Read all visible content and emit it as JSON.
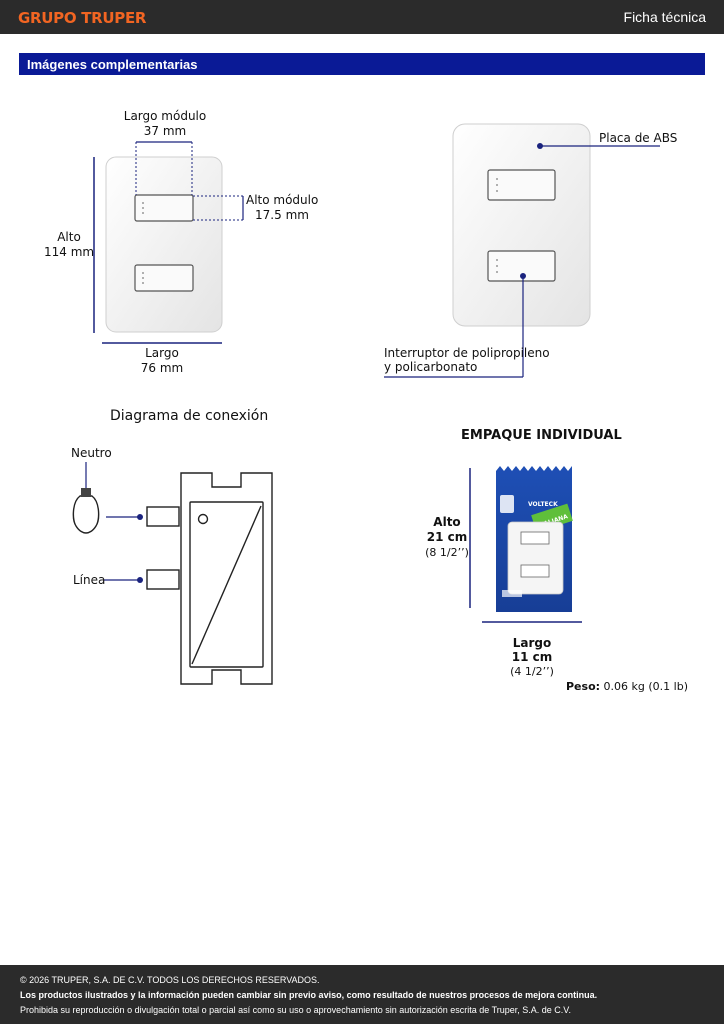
{
  "header": {
    "brand": "GRUPO TRUPER",
    "doc_type": "Ficha técnica"
  },
  "section": {
    "title": "Imágenes complementarias"
  },
  "dimensions": {
    "module_width_label": "Largo módulo",
    "module_width_value": "37 mm",
    "module_height_label": "Alto módulo",
    "module_height_value": "17.5 mm",
    "height_label": "Alto",
    "height_value": "114 mm",
    "width_label": "Largo",
    "width_value": "76 mm"
  },
  "materials": {
    "plate": "Placa de ABS",
    "switch_line1": "Interruptor de polipropileno",
    "switch_line2": "y policarbonato"
  },
  "diagram": {
    "title": "Diagrama de conexión",
    "neutral": "Neutro",
    "line": "Línea"
  },
  "package": {
    "title": "EMPAQUE INDIVIDUAL",
    "height_label": "Alto",
    "height_cm": "21 cm",
    "height_in": "(8 1/2’’)",
    "width_label": "Largo",
    "width_cm": "11 cm",
    "width_in": "(4 1/2’’)",
    "weight_label": "Peso:",
    "weight_value": "0.06 kg (0.1 lb)",
    "brand": "VOLTECK",
    "ribbon": "ITALIANA"
  },
  "footer": {
    "copyright": "© 2026 TRUPER, S.A. DE C.V. TODOS LOS DERECHOS RESERVADOS.",
    "notice": "Los productos ilustrados y la información pueden cambiar sin previo aviso, como resultado de nuestros procesos de mejora continua.",
    "prohibition": "Prohibida su reproducción o divulgación total o parcial así como su uso o aprovechamiento sin autorización escrita de Truper, S.A. de C.V."
  },
  "colors": {
    "accent_blue": "#0a1a96",
    "brand_orange": "#f26522",
    "dim_line": "#1a237e",
    "dark_bar": "#2b2b2b"
  }
}
